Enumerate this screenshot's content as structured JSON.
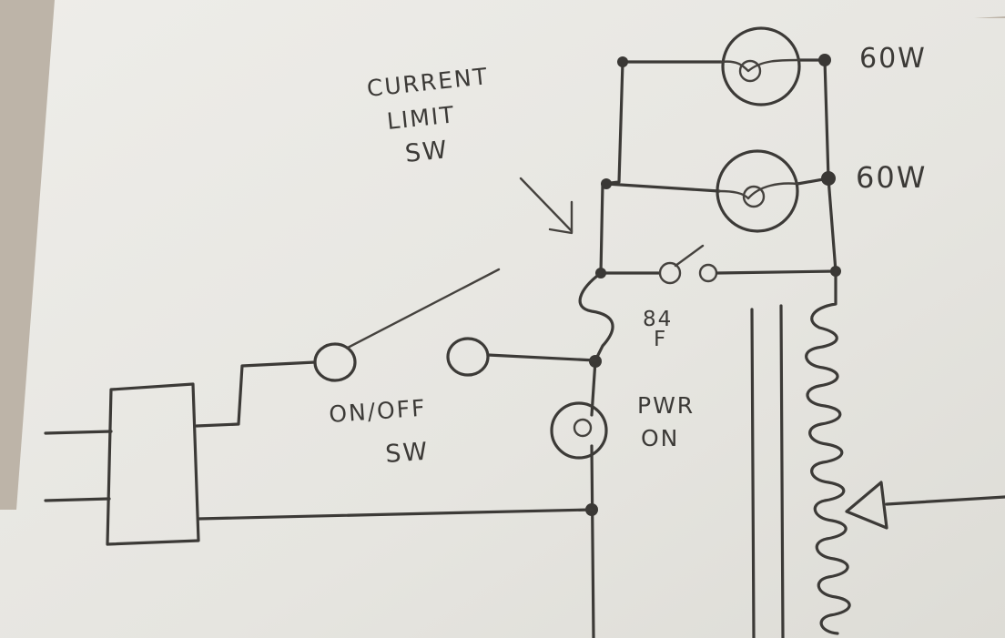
{
  "labels": {
    "current_limit_line1": "CURRENT",
    "current_limit_line2": "LIMIT",
    "current_limit_line3": "SW",
    "lamp1_rating": "60W",
    "lamp2_rating": "60W",
    "fuse_rating_line1": "84",
    "fuse_rating_line2": "F",
    "on_off_line1": "ON/OFF",
    "on_off_line2": "SW",
    "pwr_on_line1": "PWR",
    "pwr_on_line2": "ON"
  },
  "colors": {
    "paper": "#e8e7e2",
    "ink": "#3c3a37",
    "background": "#b9b0a3"
  }
}
